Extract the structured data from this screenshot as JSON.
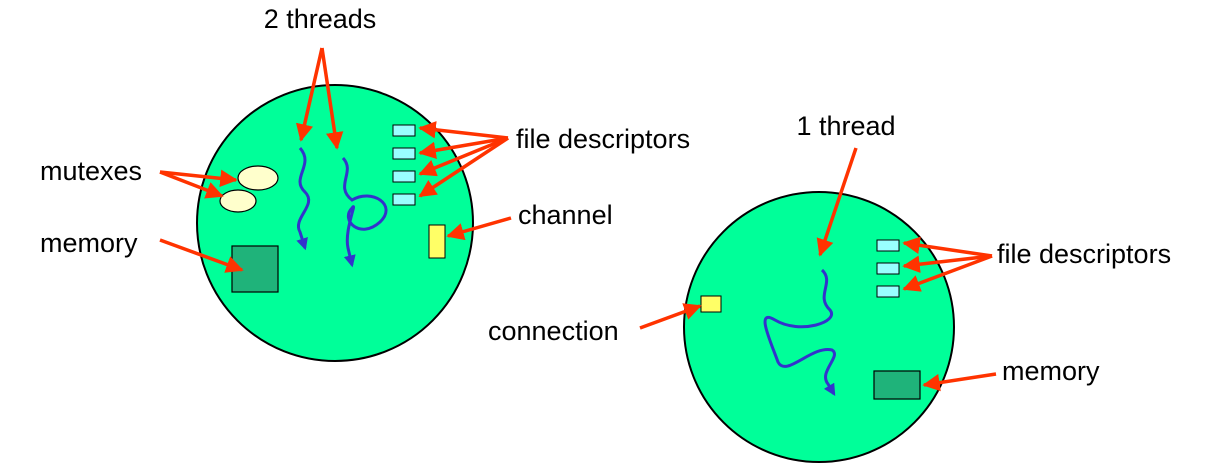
{
  "colors": {
    "process_fill": "#00ff99",
    "memory_fill": "#1fb37a",
    "mutex_fill": "#ffffcc",
    "fd_fill": "#99ffff",
    "channel_fill": "#ffff66",
    "thread_stroke": "#3333cc",
    "arrow_red": "#ff3300"
  },
  "left_process": {
    "threads_label": "2 threads",
    "fd_label": "file descriptors",
    "mutexes_label": "mutexes",
    "memory_label": "memory",
    "channel_label": "channel"
  },
  "right_process": {
    "thread_label": "1 thread",
    "fd_label": "file descriptors",
    "connection_label": "connection",
    "memory_label": "memory"
  }
}
